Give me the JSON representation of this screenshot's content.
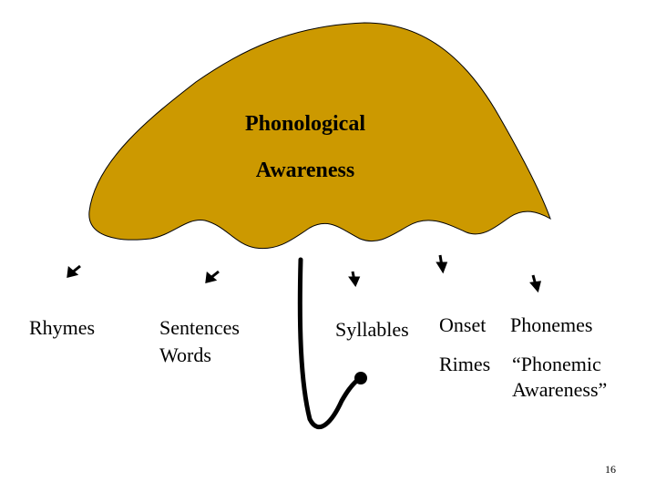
{
  "diagram": {
    "title_line1": "Phonological",
    "title_line2": "Awareness",
    "canopy_color": "#cc9900",
    "labels": {
      "rhymes": "Rhymes",
      "sentences": "Sentences",
      "words": "Words",
      "syllables": "Syllables",
      "onset": "Onset",
      "phonemes": "Phonemes",
      "rimes": "Rimes",
      "phonemic_1": "“Phonemic",
      "phonemic_2": "Awareness”"
    },
    "page_number": "16"
  }
}
